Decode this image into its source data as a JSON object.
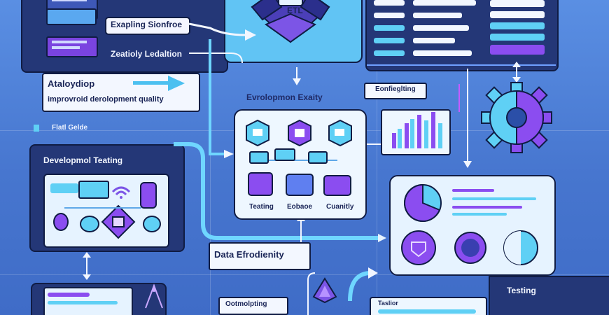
{
  "top_left": {
    "line1": "Exapling Sionfroe",
    "line2": "Zeatioly Ledaltion"
  },
  "etl_label": "ETL",
  "analysis_card": {
    "title": "Ataloydiop",
    "subtitle": "improvroid derolopment quality"
  },
  "field_guide": "Flatl Gelde",
  "dev_testing": "Developmol Teating",
  "dev_quality_heading": "Evrolopmon Exaity",
  "engineering_tag": "Eonfieglting",
  "center_card": {
    "label1": "Teating",
    "label2": "Eobaoe",
    "label3": "Cuanitly"
  },
  "data_label": "Data Efrodienity",
  "bottom_tag": "Ootmolpting",
  "bottom_right_tag": "Taslior",
  "testing_label": "Testing",
  "colors": {
    "accent_violet": "#8b4df0",
    "accent_cyan": "#5fd0f5",
    "dark_panel": "#243777",
    "outline": "#101c44"
  }
}
